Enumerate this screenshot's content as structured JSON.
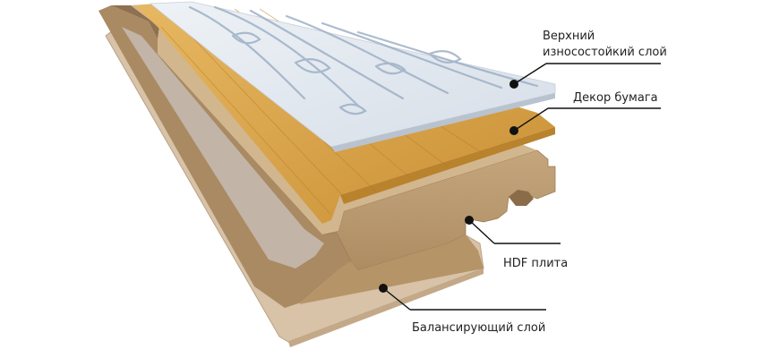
{
  "labels": {
    "top_layer_line1": "Верхний",
    "top_layer_line2": "износостойкий слой",
    "decor_paper": "Декор бумага",
    "hdf_board": "HDF плита",
    "balancing_layer": "Балансирующий слой"
  },
  "colors": {
    "wear_layer": "#dfe6ee",
    "wood_grain": "#9fb0c4",
    "decor": "#d9a446",
    "hdf_top": "#cdb38d",
    "hdf_side": "#b9986c",
    "groove": "#a58660",
    "balancing": "#d7c0a6",
    "leader": "#111111"
  }
}
